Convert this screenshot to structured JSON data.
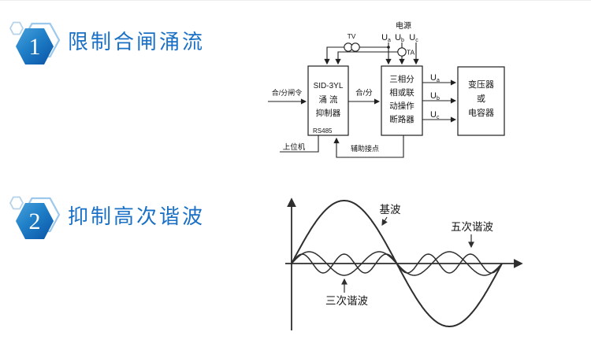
{
  "sections": [
    {
      "badge_number": "1",
      "title": "限制合闸涌流"
    },
    {
      "badge_number": "2",
      "title": "抑制高次谐波"
    }
  ],
  "colors": {
    "title_blue": "#1a70c5",
    "badge_gradient_light": "#4ba2dc",
    "badge_gradient_dark": "#0b57a8",
    "badge_outline": "#9cc8ec",
    "diagram_line": "#1f1f1f"
  },
  "block_diagram": {
    "power_label": "电源",
    "tv_label": "TV",
    "ta_label": "TA",
    "phases": [
      {
        "base": "U",
        "sub": "a"
      },
      {
        "base": "U",
        "sub": "b"
      },
      {
        "base": "U",
        "sub": "c"
      }
    ],
    "command_label": "合/分闸令",
    "suppressor_box": [
      "SID-3YL",
      "涌 流",
      "抑制器"
    ],
    "rs485_label": "RS485",
    "close_open_label": "合/分",
    "breaker_box": [
      "三相分",
      "相或联",
      "动操作",
      "断路器"
    ],
    "outputs": [
      {
        "base": "U",
        "sub": "a"
      },
      {
        "base": "U",
        "sub": "b"
      },
      {
        "base": "U",
        "sub": "c"
      }
    ],
    "load_box": [
      "变压器",
      "或",
      "电容器"
    ],
    "host_label": "上位机",
    "aux_label": "辅助接点"
  },
  "waveform": {
    "labels": {
      "fundamental": "基波",
      "third_harmonic": "三次谐波",
      "fifth_harmonic": "五次谐波"
    },
    "series": [
      {
        "key": "fundamental",
        "name": "基波",
        "harmonic": 1,
        "amplitude": 80
      },
      {
        "key": "third-harmonic",
        "name": "三次谐波",
        "harmonic": 3,
        "amplitude": 15
      },
      {
        "key": "fifth-harmonic",
        "name": "五次谐波",
        "harmonic": 5,
        "amplitude": 12
      }
    ]
  }
}
